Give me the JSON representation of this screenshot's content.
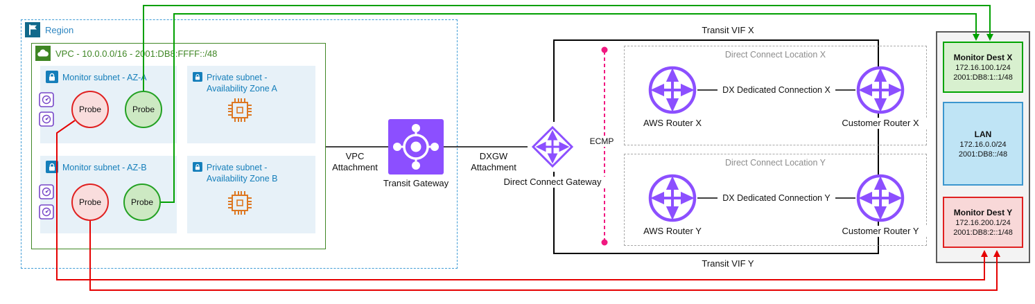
{
  "region": {
    "label": "Region"
  },
  "vpc": {
    "label": "VPC - 10.0.0.0/16 - 2001:DB8:FFFF::/48"
  },
  "subnets": [
    {
      "label": "Monitor subnet - AZ-A"
    },
    {
      "label": "Private subnet - Availability Zone A"
    },
    {
      "label": "Monitor subnet - AZ-B"
    },
    {
      "label": "Private subnet - Availability Zone B"
    }
  ],
  "labels": {
    "probe": "Probe",
    "vpc_attachment": "VPC Attachment",
    "dxgw_attachment": "DXGW Attachment",
    "transit_gateway": "Transit Gateway",
    "direct_connect_gateway": "Direct Connect Gateway",
    "transit_vif_x": "Transit VIF X",
    "transit_vif_y": "Transit VIF Y",
    "ecmp": "ECMP"
  },
  "dx_locations": [
    {
      "label": "Direct Connect Location X",
      "aws_router": "AWS Router X",
      "customer_router": "Customer Router X",
      "connection": "DX Dedicated Connection X"
    },
    {
      "label": "Direct Connect Location Y",
      "aws_router": "AWS Router Y",
      "customer_router": "Customer Router Y",
      "connection": "DX Dedicated Connection Y"
    }
  ],
  "on_prem": {
    "monitor_dest_x": {
      "title": "Monitor Dest X",
      "ipv4": "172.16.100.1/24",
      "ipv6": "2001:DB8:1::1/48"
    },
    "lan": {
      "title": "LAN",
      "ipv4": "172.16.0.0/24",
      "ipv6": "2001:DB8::/48"
    },
    "monitor_dest_y": {
      "title": "Monitor Dest Y",
      "ipv4": "172.16.200.1/24",
      "ipv6": "2001:DB8:2::1/48"
    }
  },
  "icons": {
    "region-icon": "flag-on-teal-square",
    "vpc-icon": "cloud-on-green-square",
    "private-subnet-lock-icon": "lock-on-blue-square",
    "network-monitor-agent-icon": "purple-gauge-in-rounded-square",
    "instance-chip-icon": "orange-microchip",
    "transit-gateway-icon": "purple-square-hub-with-ring-and-nodes",
    "direct-connect-gateway-icon": "purple-diamond-with-cross-arrows",
    "router-icon": "purple-circle-with-four-arrows",
    "probe-path-arrow": "triangle-arrowhead"
  },
  "colors": {
    "region_border": "#3E9BD5",
    "vpc_green": "#3F8624",
    "subnet_bg": "#E7F1F8",
    "subnet_label_blue": "#147EBA",
    "aws_purple": "#8C4FFF",
    "agent_purple": "#7646C8",
    "chip_orange": "#DD7721",
    "probe_red_border": "#E02020",
    "probe_red_bg": "#F9DDDD",
    "probe_green_border": "#23A123",
    "probe_green_bg": "#CDE9C3",
    "green_path": "#00A000",
    "red_path": "#E50000",
    "ecmp_pink": "#F01880",
    "dest_x_bg": "#D8F0CF",
    "dest_x_border": "#00A300",
    "lan_bg": "#BFE4F5",
    "lan_border": "#3C96CE",
    "dest_y_bg": "#F8D8D8",
    "dest_y_border": "#E02020",
    "location_label_gray": "#8C8C8C"
  }
}
